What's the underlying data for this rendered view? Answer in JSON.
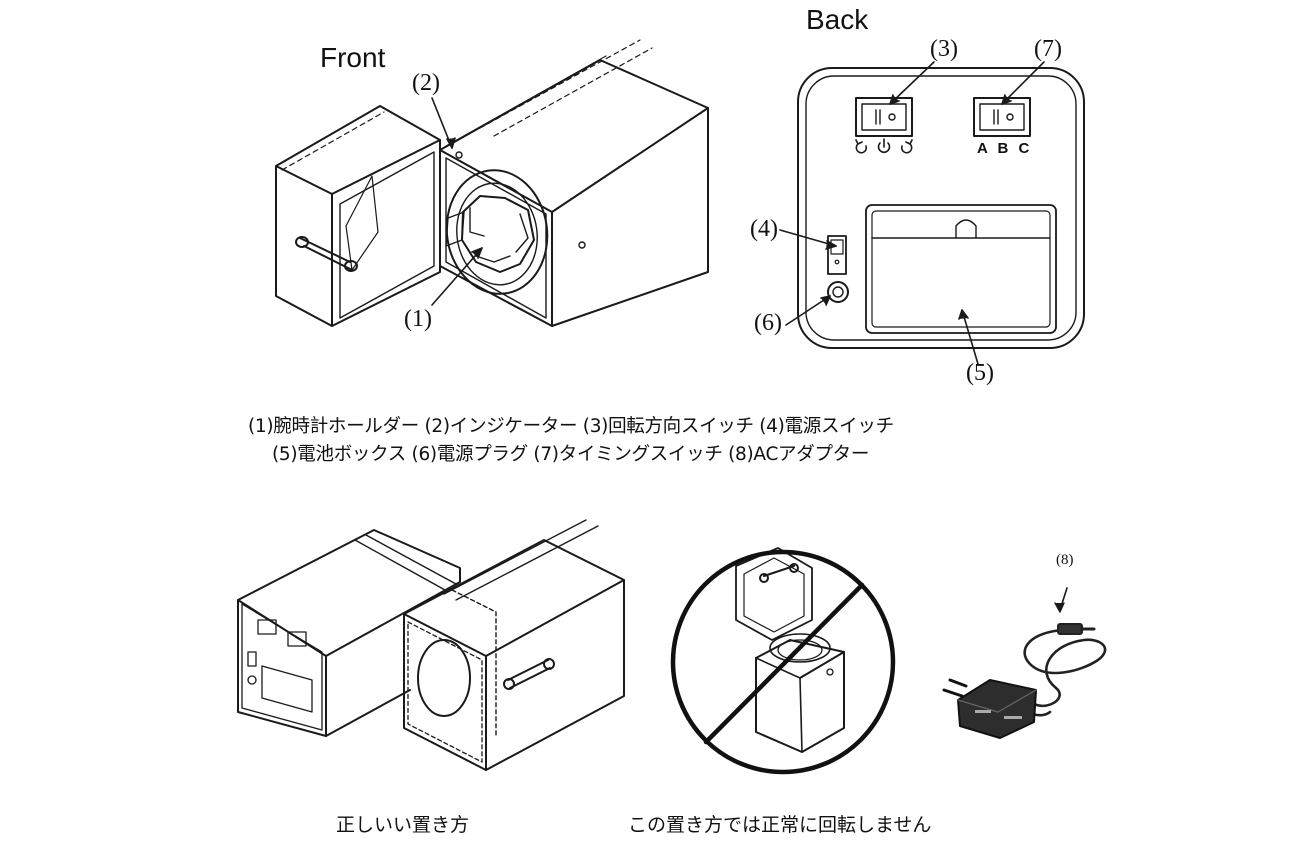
{
  "titles": {
    "front": "Front",
    "back": "Back"
  },
  "callouts": {
    "c1": "(1)",
    "c2": "(2)",
    "c3": "(3)",
    "c4": "(4)",
    "c5": "(5)",
    "c6": "(6)",
    "c7": "(7)",
    "c8": "(8)"
  },
  "switch_labels": {
    "timing": "A B C"
  },
  "legend": {
    "line1": "(1)腕時計ホールダー (2)インジケーター  (3)回転方向スイッチ  (4)電源スイッチ",
    "line2": "(5)電池ボックス  (6)電源プラグ  (7)タイミングスイッチ  (8)ACアダプター"
  },
  "captions": {
    "correct": "正しいい置き方",
    "incorrect": "この置き方では正常に回転しません"
  },
  "icons": {
    "direction_switch": [
      "rotate-ccw-icon",
      "power-icon",
      "rotate-cw-icon"
    ],
    "prohibited": "prohibited-icon"
  }
}
